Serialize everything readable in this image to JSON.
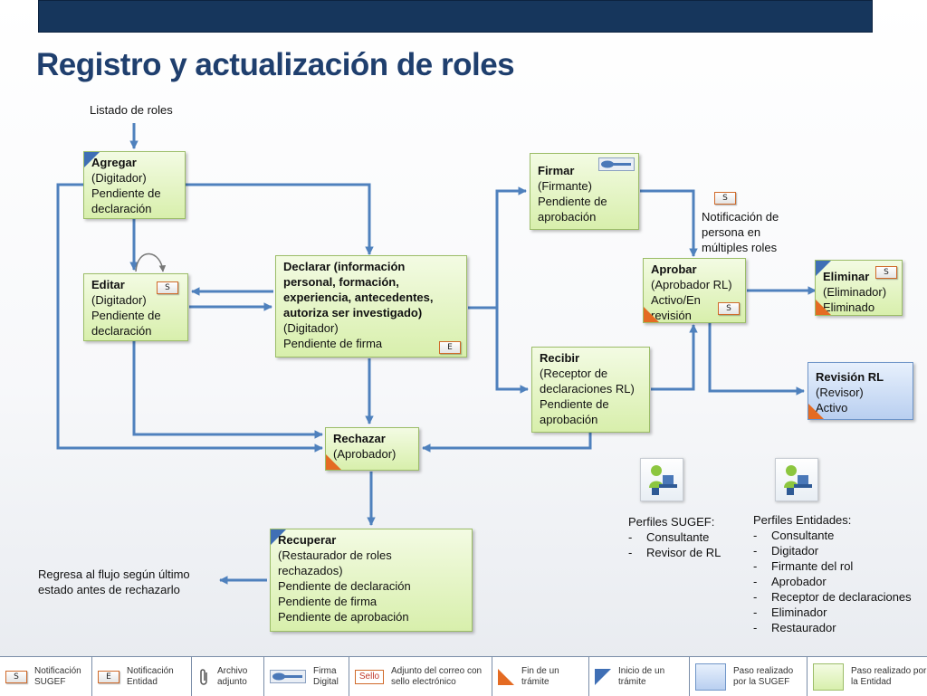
{
  "title": "Registro y actualización de roles",
  "entry_label": "Listado de roles",
  "return_note": "Regresa al flujo según último estado antes de rechazarlo",
  "notif_note": "Notificación de persona en múltiples roles",
  "badges": {
    "sugef": "S",
    "entidad": "E"
  },
  "nodes": {
    "agregar": {
      "title": "Agregar",
      "lines": [
        "(Digitador)",
        "Pendiente de",
        "declaración"
      ]
    },
    "editar": {
      "title": "Editar",
      "lines": [
        "(Digitador)",
        "Pendiente de",
        "declaración"
      ]
    },
    "declarar": {
      "title": "Declarar (información personal, formación, experiencia, antecedentes, autoriza ser investigado)",
      "lines": [
        "(Digitador)",
        "Pendiente de firma"
      ]
    },
    "firmar": {
      "title": "Firmar",
      "lines": [
        "(Firmante)",
        "Pendiente de",
        "aprobación"
      ]
    },
    "aprobar": {
      "title": "Aprobar",
      "lines": [
        "(Aprobador RL)",
        "Activo/En",
        "revisión"
      ]
    },
    "recibir": {
      "title": "Recibir",
      "lines": [
        "(Receptor de",
        "declaraciones RL)",
        "Pendiente de",
        "aprobación"
      ]
    },
    "eliminar": {
      "title": "Eliminar",
      "lines": [
        "(Eliminador)",
        "Eliminado"
      ]
    },
    "revision": {
      "title": "Revisión RL",
      "lines": [
        "(Revisor)",
        "Activo"
      ]
    },
    "rechazar": {
      "title": "Rechazar",
      "lines": [
        "(Aprobador)"
      ]
    },
    "recuperar": {
      "title": "Recuperar",
      "lines": [
        "(Restaurador de roles",
        "rechazados)",
        "Pendiente de declaración",
        "Pendiente de firma",
        "Pendiente de aprobación"
      ]
    }
  },
  "profiles": {
    "sugef": {
      "title": "Perfiles SUGEF:",
      "items": [
        "Consultante",
        "Revisor de RL"
      ]
    },
    "entidades": {
      "title": "Perfiles Entidades:",
      "items": [
        "Consultante",
        "Digitador",
        "Firmante del rol",
        "Aprobador",
        "Receptor de declaraciones",
        "Eliminador",
        "Restaurador"
      ]
    }
  },
  "legend": {
    "notif_sugef": "Notificación SUGEF",
    "notif_entidad": "Notificación Entidad",
    "archivo": "Archivo adjunto",
    "firma": "Firma Digital",
    "sello_label": "Sello",
    "sello_desc": "Adjunto del correo con sello electrónico",
    "fin": "Fin de un trámite",
    "inicio": "Inicio de un trámite",
    "paso_sugef": "Paso realizado por la SUGEF",
    "paso_entidad": "Paso realizado por la Entidad"
  },
  "colors": {
    "arrow": "#4f81bd",
    "title": "#1f3f6e",
    "header_bar": "#16365c",
    "start_marker": "#3f6fb5",
    "end_marker": "#e46b23",
    "entity_box": "#d8efac",
    "sugef_box": "#b9cff0"
  },
  "icons": {
    "firma": "digital-signature-icon",
    "archivo": "paperclip-icon",
    "perfil": "person-at-computer-icon"
  }
}
